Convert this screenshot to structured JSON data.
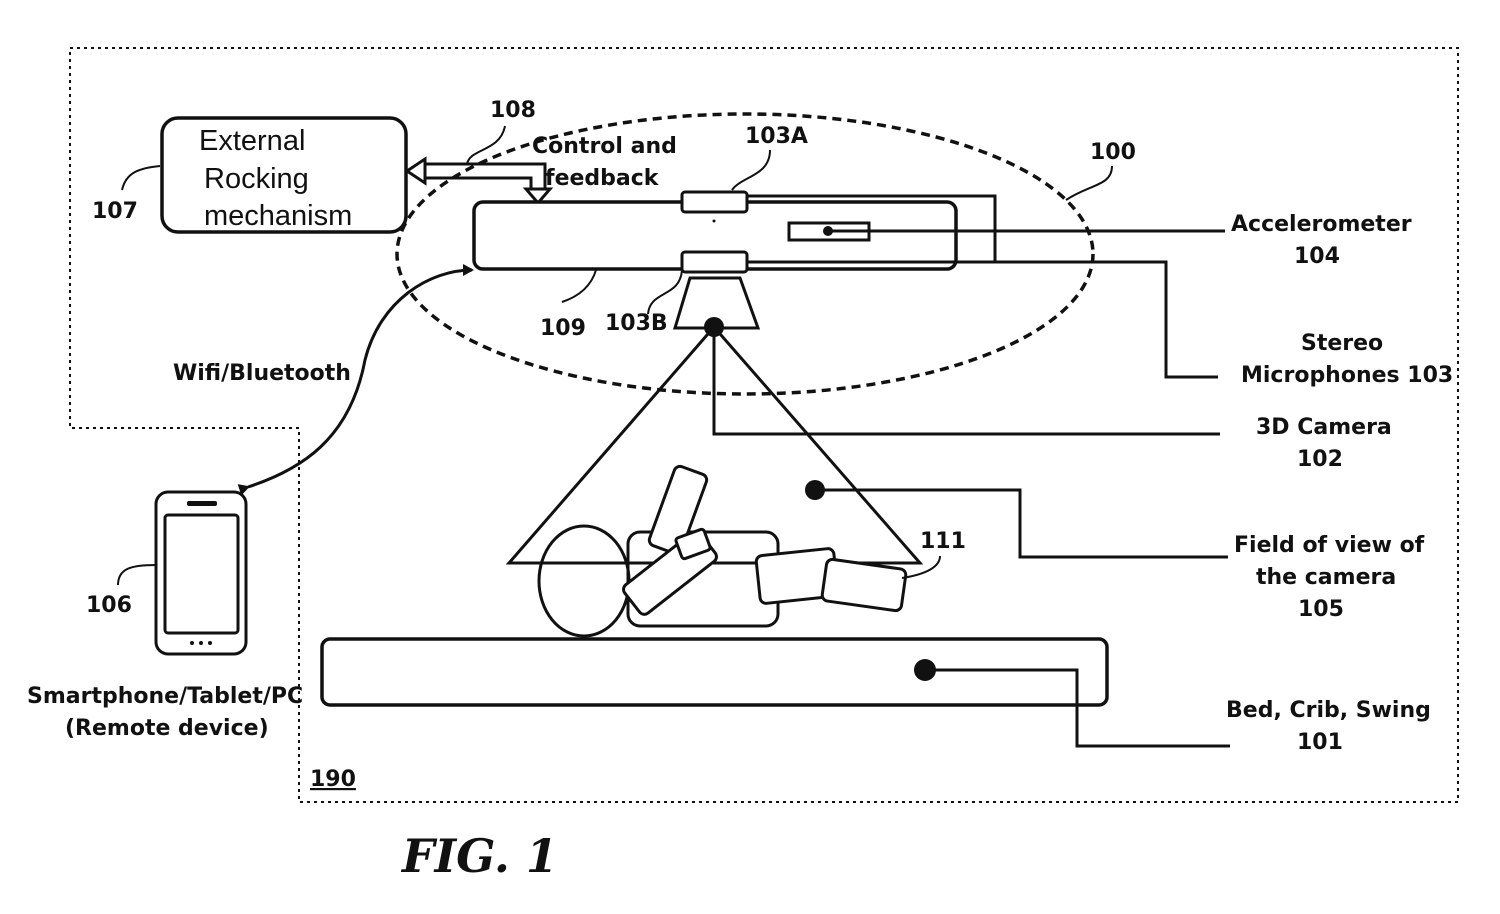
{
  "figure_label": "FIG. 1",
  "colors": {
    "ink": "#111111",
    "background": "#ffffff"
  },
  "external": {
    "line1": "External",
    "line2": "Rocking",
    "line3": "mechanism",
    "ref": "107"
  },
  "link": {
    "ref": "108",
    "text1": "Control and",
    "text2": "feedback"
  },
  "device": {
    "ref": "100",
    "housing_ref": "109",
    "mic_a": "103A",
    "mic_b": "103B"
  },
  "wireless": {
    "label": "Wifi/Bluetooth"
  },
  "remote": {
    "ref": "106",
    "line1": "Smartphone/Tablet/PC",
    "line2": "(Remote device)"
  },
  "system": {
    "ref": "190"
  },
  "infant": {
    "ref": "111"
  },
  "callouts": {
    "accelerometer": {
      "name": "Accelerometer",
      "ref": "104"
    },
    "microphones": {
      "line1": "Stereo",
      "line2": "Microphones 103"
    },
    "camera": {
      "name": "3D Camera",
      "ref": "102"
    },
    "field_of_view": {
      "line1": "Field of view of",
      "line2": "the camera",
      "ref": "105"
    },
    "bed": {
      "name": "Bed, Crib, Swing",
      "ref": "101"
    }
  }
}
